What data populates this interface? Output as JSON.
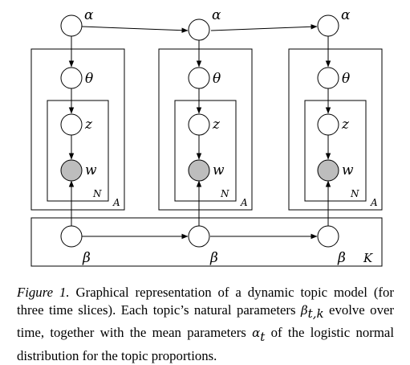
{
  "figure": {
    "plates": {
      "time_slice_label": "A",
      "word_label": "N",
      "topic_label": "K"
    },
    "nodes": {
      "alpha": "α",
      "theta": "θ",
      "z": "z",
      "w": "w",
      "beta": "β"
    },
    "colors": {
      "observed_fill": "#bdbdbd",
      "node_fill": "#ffffff",
      "stroke": "#000000"
    }
  },
  "caption": {
    "label": "Figure 1.",
    "text_1": " Graphical representation of a dynamic topic model (for three time slices).  Each topic’s natural parameters ",
    "beta_sym": "β",
    "beta_sub": "t,k",
    "text_2": " evolve over time, together with the mean parameters ",
    "alpha_sym": "α",
    "alpha_sub": "t",
    "text_3": " of the logistic normal distribution for the topic proportions."
  }
}
